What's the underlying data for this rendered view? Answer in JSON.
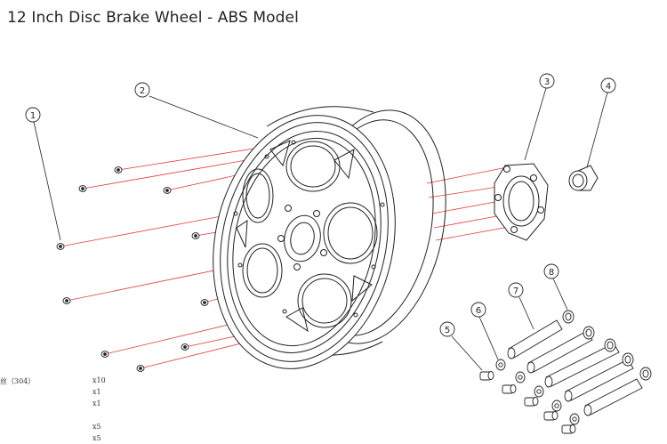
{
  "page": {
    "title": "12 Inch Disc Brake Wheel - ABS Model"
  },
  "callouts": [
    "1",
    "2",
    "3",
    "4",
    "5",
    "6",
    "7",
    "8"
  ],
  "parts_list": [
    {
      "name": "丝（304）",
      "qty": "x10"
    },
    {
      "name": "",
      "qty": "x1"
    },
    {
      "name": "",
      "qty": "x1"
    },
    {
      "name": "",
      "qty": ""
    },
    {
      "name": "",
      "qty": "x5"
    },
    {
      "name": "",
      "qty": "x5"
    }
  ],
  "colors": {
    "line": "#222222",
    "explode": "#e03a3a",
    "background": "#ffffff"
  }
}
